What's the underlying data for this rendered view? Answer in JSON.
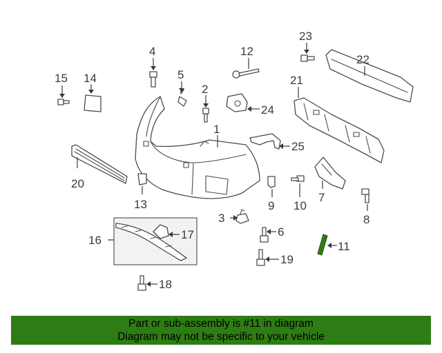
{
  "diagram": {
    "callouts": {
      "c1": "1",
      "c2": "2",
      "c3": "3",
      "c4": "4",
      "c5": "5",
      "c6": "6",
      "c7": "7",
      "c8": "8",
      "c9": "9",
      "c10": "10",
      "c11": "11",
      "c12": "12",
      "c13": "13",
      "c14": "14",
      "c15": "15",
      "c16": "16",
      "c17": "17",
      "c18": "18",
      "c19": "19",
      "c20": "20",
      "c21": "21",
      "c22": "22",
      "c23": "23",
      "c24": "24",
      "c25": "25"
    },
    "highlight_color": "#2e7d14"
  },
  "banner": {
    "line1": "Part or sub-assembly is #11 in diagram",
    "line2": "Diagram may not be specific to your vehicle",
    "background_color": "#2e7d14"
  }
}
